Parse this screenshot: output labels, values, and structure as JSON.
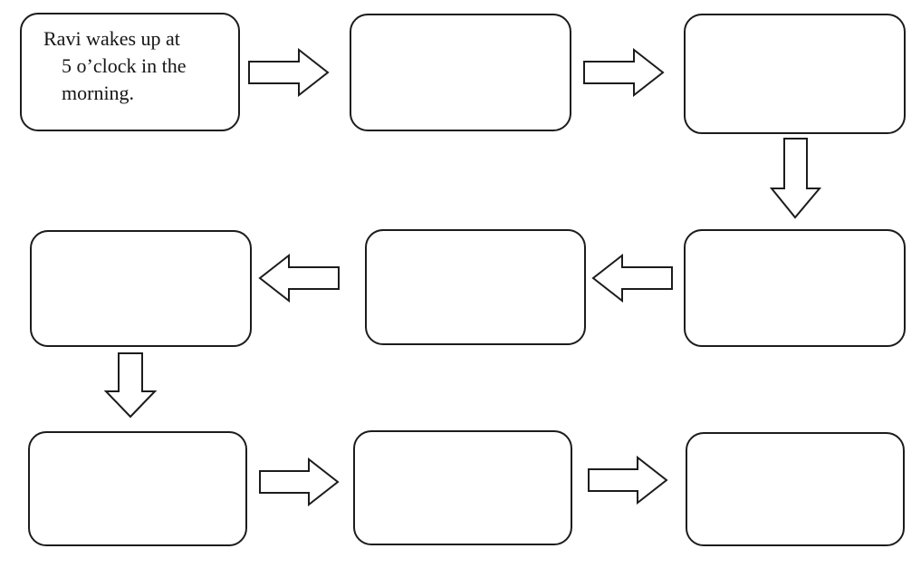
{
  "page": {
    "background_color": "#ffffff",
    "stroke_color": "#1c1c1c",
    "box_fill_color": "#ffffff"
  },
  "diagram": {
    "type": "flowchart",
    "box_count": 9,
    "boxes": [
      {
        "id": 1,
        "row": 1,
        "col": 1,
        "text": "Ravi wakes up at\n5 o’clock in the\nmorning."
      },
      {
        "id": 2,
        "row": 1,
        "col": 2,
        "text": ""
      },
      {
        "id": 3,
        "row": 1,
        "col": 3,
        "text": ""
      },
      {
        "id": 4,
        "row": 2,
        "col": 3,
        "text": ""
      },
      {
        "id": 5,
        "row": 2,
        "col": 2,
        "text": ""
      },
      {
        "id": 6,
        "row": 2,
        "col": 1,
        "text": ""
      },
      {
        "id": 7,
        "row": 3,
        "col": 1,
        "text": ""
      },
      {
        "id": 8,
        "row": 3,
        "col": 2,
        "text": ""
      },
      {
        "id": 9,
        "row": 3,
        "col": 3,
        "text": ""
      }
    ],
    "arrows": [
      {
        "from": 1,
        "to": 2,
        "direction": "right"
      },
      {
        "from": 2,
        "to": 3,
        "direction": "right"
      },
      {
        "from": 3,
        "to": 4,
        "direction": "down"
      },
      {
        "from": 4,
        "to": 5,
        "direction": "left"
      },
      {
        "from": 5,
        "to": 6,
        "direction": "left"
      },
      {
        "from": 6,
        "to": 7,
        "direction": "down"
      },
      {
        "from": 7,
        "to": 8,
        "direction": "right"
      },
      {
        "from": 8,
        "to": 9,
        "direction": "right"
      }
    ]
  }
}
